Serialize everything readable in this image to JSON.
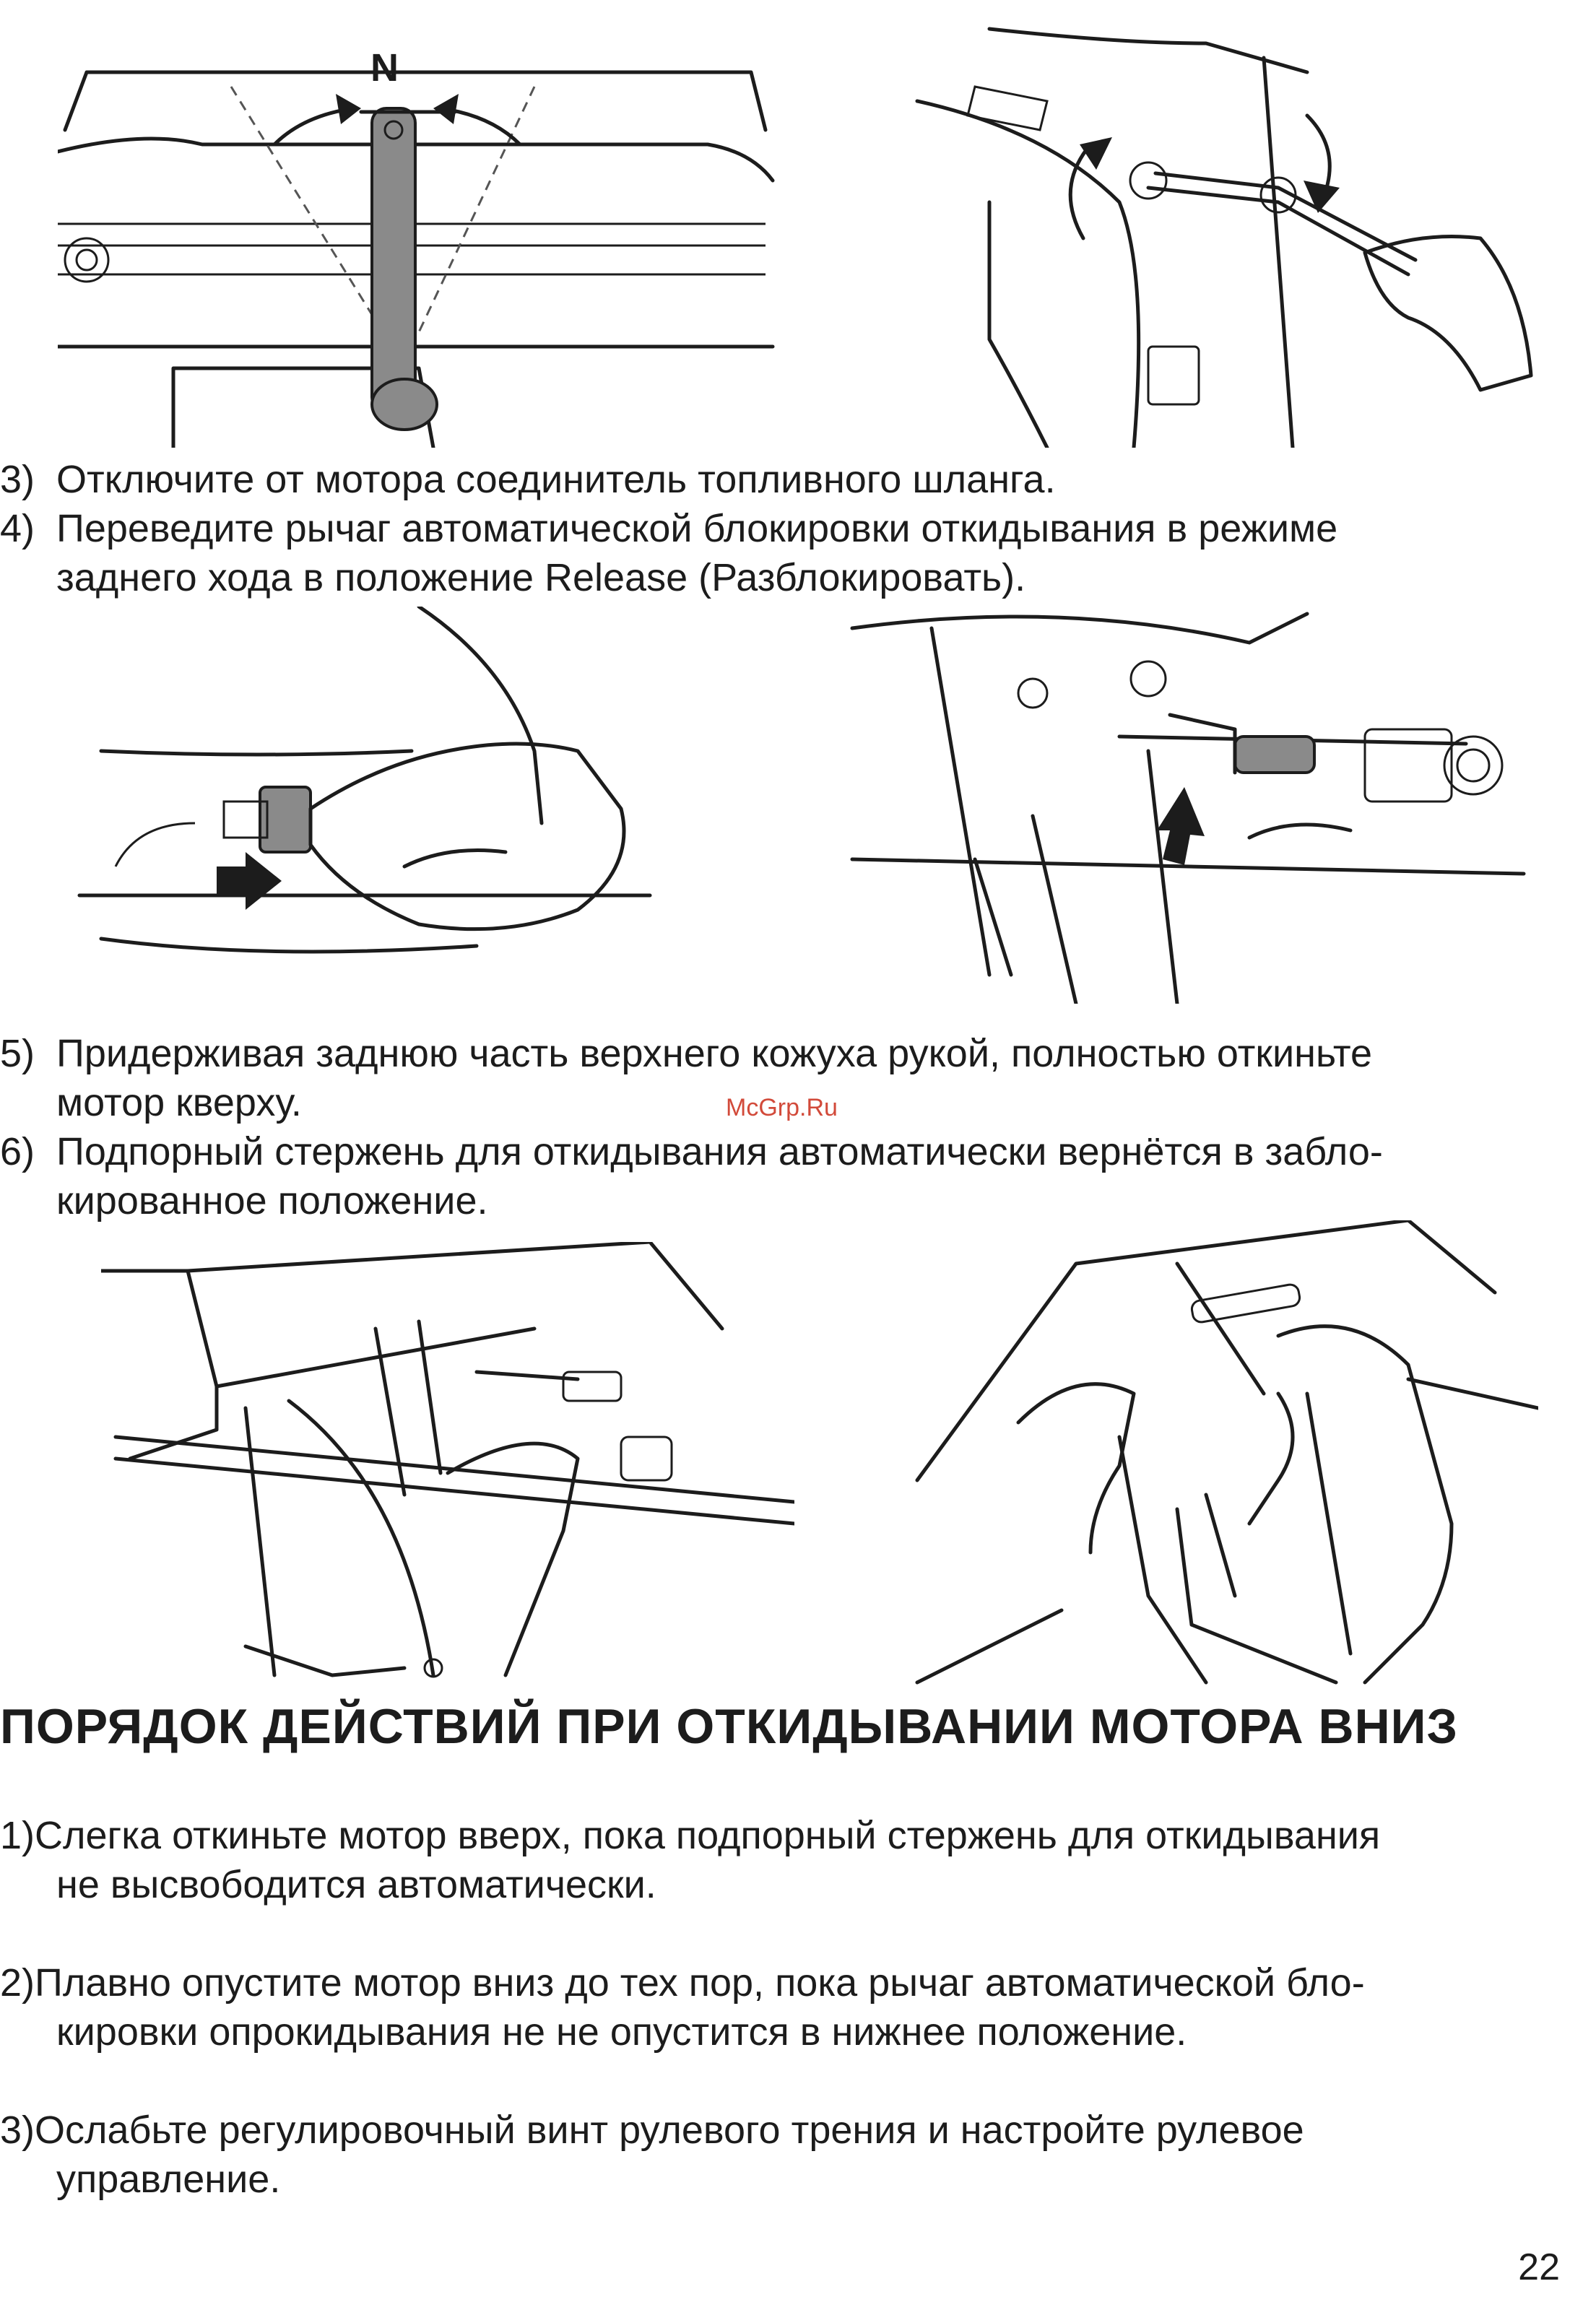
{
  "figures": {
    "lever_label": "N"
  },
  "steps_top": [
    {
      "num": "3)",
      "text": "Отключите от мотора соединитель топливного шланга.",
      "cont": ""
    },
    {
      "num": "4)",
      "text": "Переведите рычаг автоматической блокировки откидывания в режиме",
      "cont": "заднего хода в положение Release (Разблокировать)."
    }
  ],
  "steps_middle": [
    {
      "num": "5)",
      "text": "Придерживая заднюю часть верхнего кожуха рукой, полностью откиньте",
      "cont": "мотор кверху."
    },
    {
      "num": "6)",
      "text": "Подпорный стержень для откидывания автоматически вернётся в забло-",
      "cont": "кированное положение."
    }
  ],
  "watermark": "McGrp.Ru",
  "section": {
    "heading": "ПОРЯДОК ДЕЙСТВИЙ ПРИ ОТКИДЫВАНИИ МОТОРА ВНИЗ",
    "steps": [
      {
        "text": "1)Слегка откиньте мотор вверх, пока подпорный стержень для откидывания",
        "cont": "не высвободится автоматически."
      },
      {
        "text": "2)Плавно опустите мотор вниз до тех пор, пока рычаг автоматической бло-",
        "cont": "кировки опрокидывания не не опустится в нижнее положение."
      },
      {
        "text": "3)Ослабьте регулировочный винт рулевого трения и настройте рулевое",
        "cont": "управление."
      }
    ]
  },
  "page_number": "22"
}
